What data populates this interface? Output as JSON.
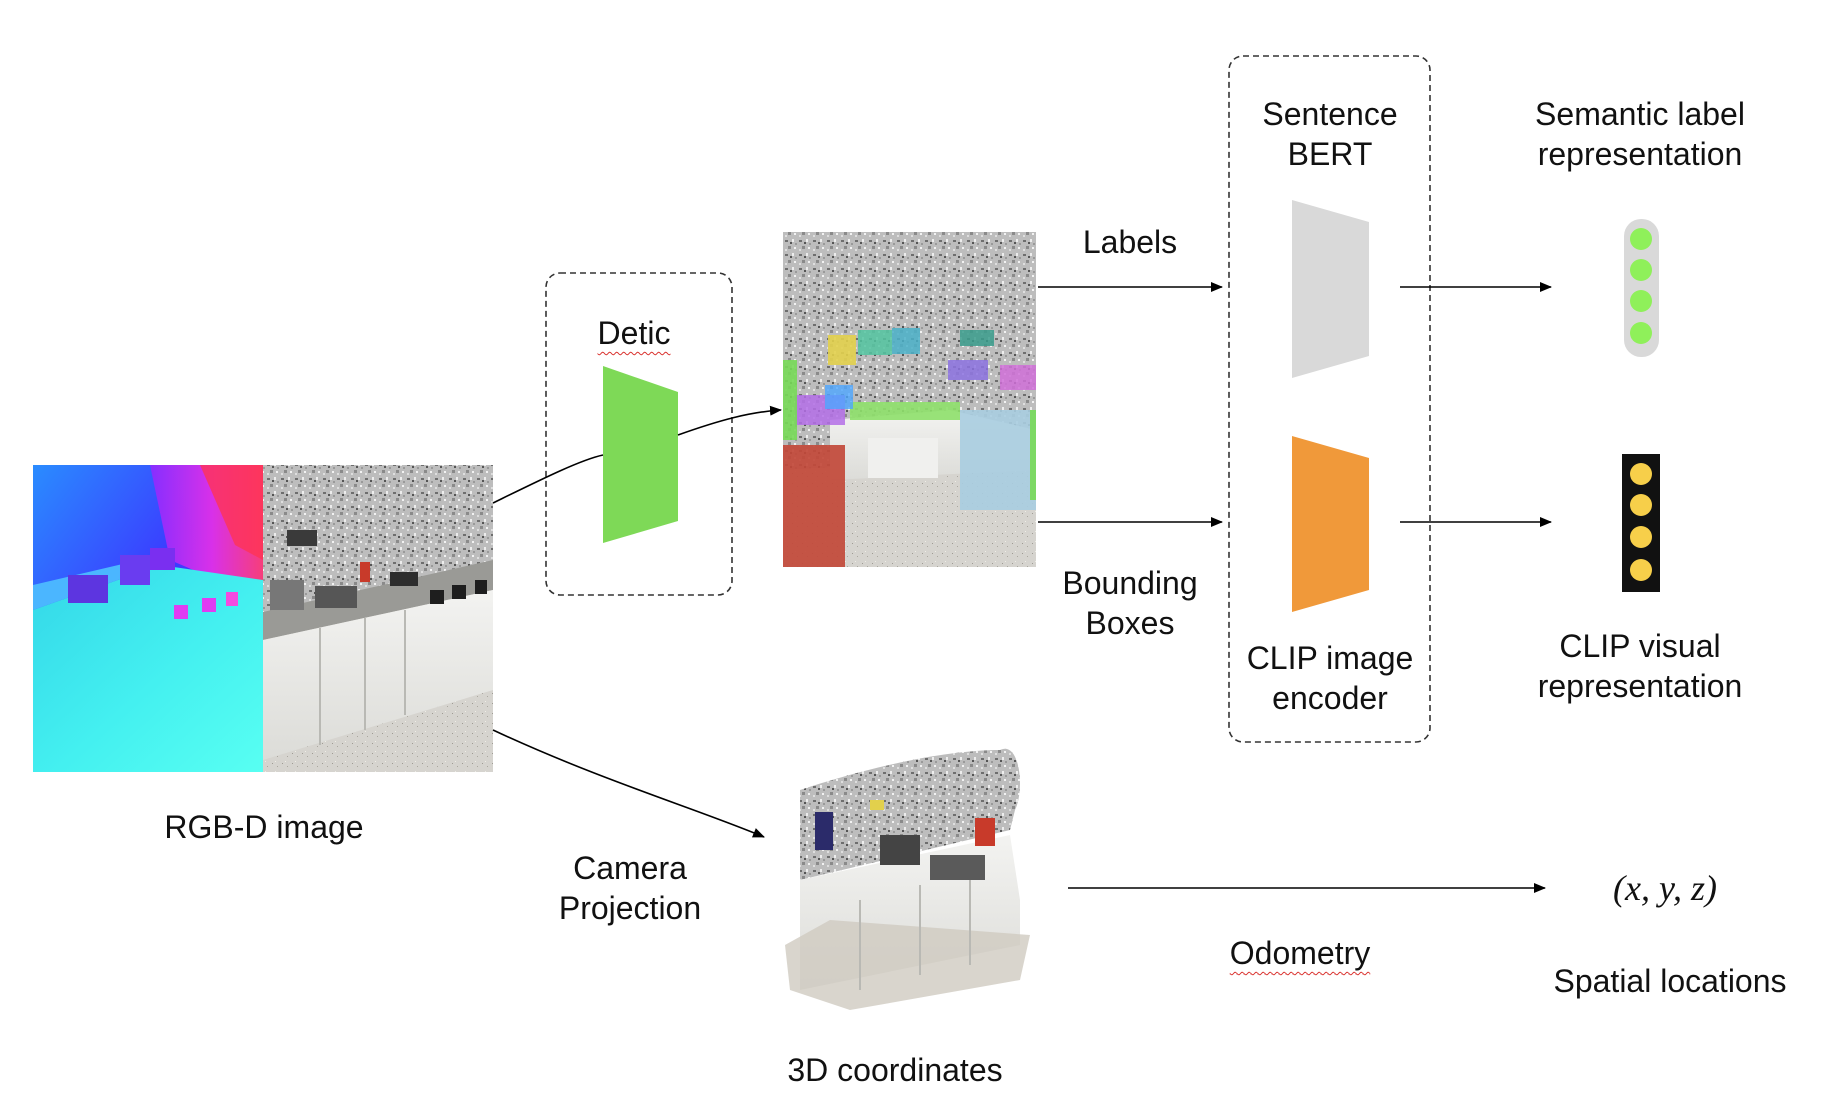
{
  "labels": {
    "rgbd_image": "RGB-D image",
    "detic": "Detic",
    "labels": "Labels",
    "bounding_boxes_line1": "Bounding",
    "bounding_boxes_line2": "Boxes",
    "sentence_bert_line1": "Sentence",
    "sentence_bert_line2": "BERT",
    "clip_encoder_line1": "CLIP image",
    "clip_encoder_line2": "encoder",
    "semantic_rep_line1": "Semantic label",
    "semantic_rep_line2": "representation",
    "clip_visual_line1": "CLIP visual",
    "clip_visual_line2": "representation",
    "camera_projection_line1": "Camera",
    "camera_projection_line2": "Projection",
    "coords_3d": "3D coordinates",
    "odometry": "Odometry",
    "xyz": "(x, y, z)",
    "spatial_locations": "Spatial locations"
  },
  "colors": {
    "detic_block": "#7ed957",
    "bert_block": "#d9d9d9",
    "clip_block": "#f0993a",
    "semantic_vector_dot": "#8ff05a",
    "semantic_vector_bg": "#d9d9d9",
    "clip_vector_dot": "#f7cf4a",
    "clip_vector_bg": "#111111",
    "arrow": "#000000"
  },
  "icons": {
    "semantic_vector": "embedding-vector-icon",
    "clip_vector": "embedding-vector-icon"
  }
}
